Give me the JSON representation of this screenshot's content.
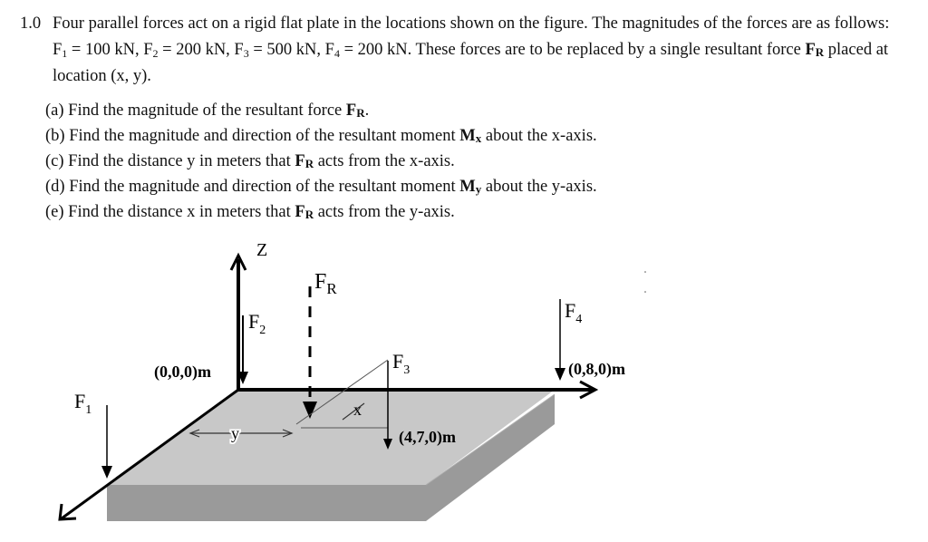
{
  "problem": {
    "number": "1.0",
    "text_1": "Four parallel forces act on a rigid flat plate in the locations shown on the figure. The magnitudes of the forces are as follows: F",
    "f1_value": " = 100 kN, F",
    "f2_value": " = 200 kN, F",
    "f3_value": " = 500 kN, F",
    "f4_value": " = 200 kN. These forces are to be replaced by a single resultant force ",
    "text_end": " placed at location (x, y).",
    "sub_1": "1",
    "sub_2": "2",
    "sub_3": "3",
    "sub_4": "4",
    "resultant_symbol": "F",
    "resultant_sub": "R"
  },
  "parts": [
    {
      "pre": "(a) Find the magnitude of the resultant force ",
      "sym": "F",
      "sub": "R",
      "post": "."
    },
    {
      "pre": "(b) Find the magnitude and direction of the resultant moment ",
      "sym": "M",
      "sub": "x",
      "post": " about the x-axis."
    },
    {
      "pre": "(c) Find the distance y in meters that ",
      "sym": "F",
      "sub": "R",
      "post": " acts from the x-axis."
    },
    {
      "pre": "(d) Find the magnitude and direction of the resultant moment ",
      "sym": "M",
      "sub": "y",
      "post": " about the y-axis."
    },
    {
      "pre": "(e) Find the distance x in meters that ",
      "sym": "F",
      "sub": "R",
      "post": " acts from the y-axis."
    }
  ],
  "figure": {
    "axis_z": "Z",
    "label_fr": "F",
    "label_fr_sub": "R",
    "label_f1": "F",
    "label_f1_sub": "1",
    "label_f2": "F",
    "label_f2_sub": "2",
    "label_f3": "F",
    "label_f3_sub": "3",
    "label_f4": "F",
    "label_f4_sub": "4",
    "origin_label": "(0,0,0)m",
    "point_f3": "(4,7,0)m",
    "point_f4": "(0,8,0)m",
    "dim_y": "y",
    "dim_x": "x",
    "colors": {
      "plate_top": "#c8c8c8",
      "plate_side": "#9a9a9a",
      "line": "#000000"
    }
  }
}
